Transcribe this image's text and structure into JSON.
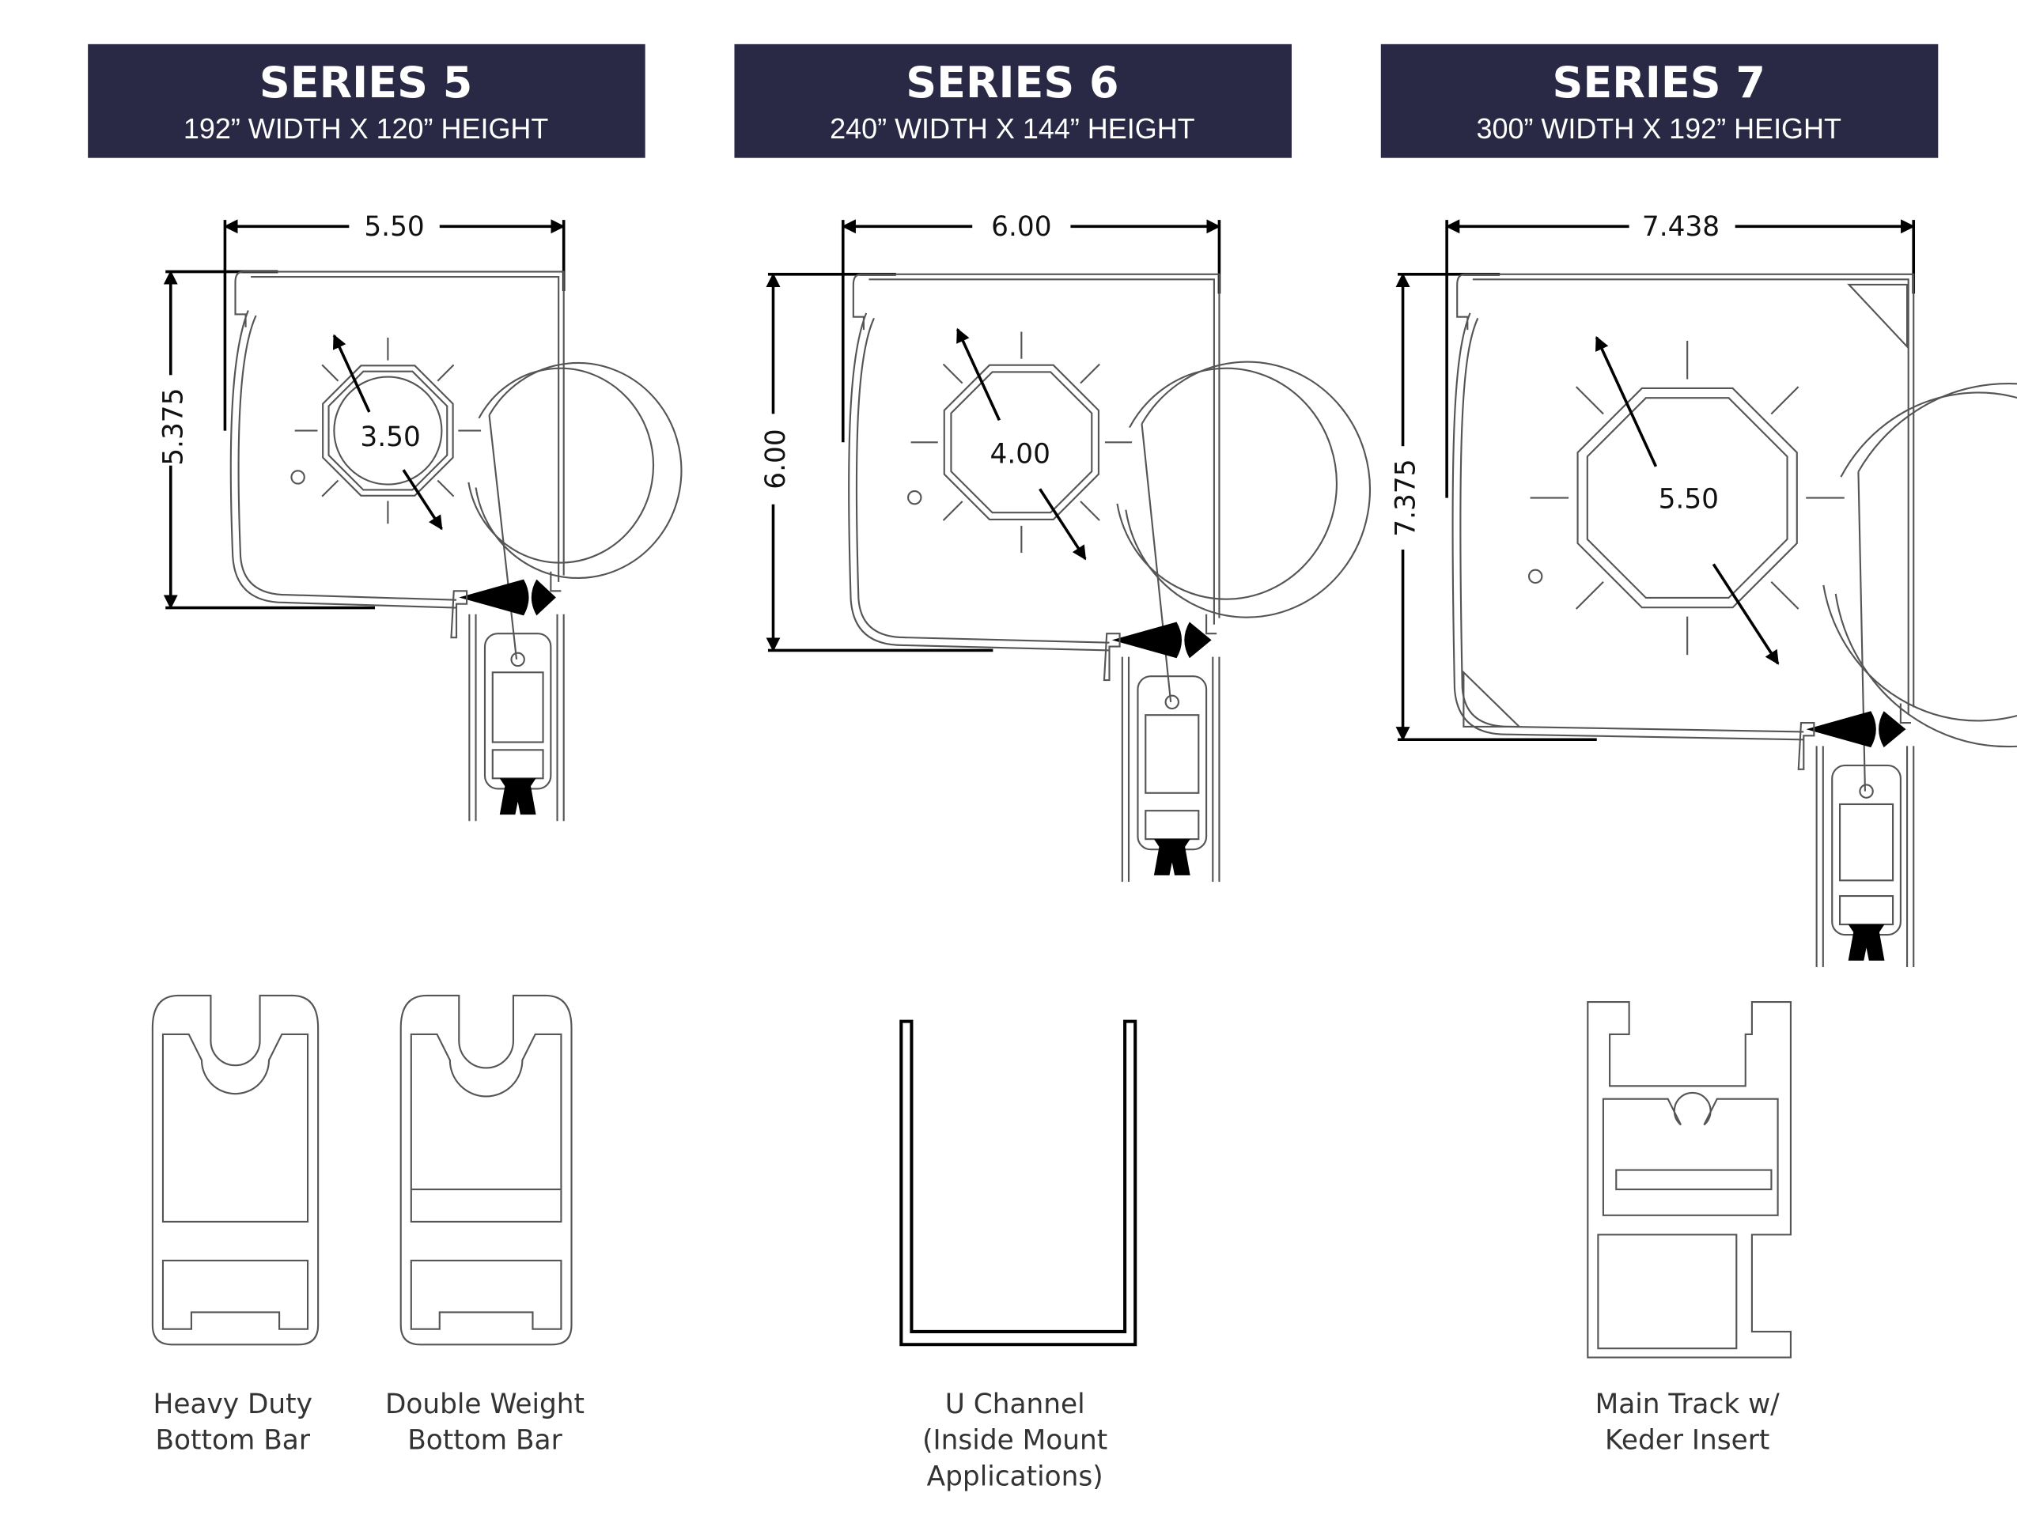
{
  "series": [
    {
      "title": "SERIES 5",
      "subtitle": "192” WIDTH X 120” HEIGHT",
      "width_dim": "5.50",
      "height_dim": "5.375",
      "tube_dim": "3.50"
    },
    {
      "title": "SERIES 6",
      "subtitle": "240” WIDTH X 144” HEIGHT",
      "width_dim": "6.00",
      "height_dim": "6.00",
      "tube_dim": "4.00"
    },
    {
      "title": "SERIES 7",
      "subtitle": "300” WIDTH X 192” HEIGHT",
      "width_dim": "7.438",
      "height_dim": "7.375",
      "tube_dim": "5.50"
    }
  ],
  "components": [
    {
      "line1": "Heavy Duty",
      "line2": "Bottom Bar"
    },
    {
      "line1": "Double Weight",
      "line2": "Bottom Bar"
    },
    {
      "line1": "U Channel",
      "line2": "(Inside Mount",
      "line3": "Applications)"
    },
    {
      "line1": "Main Track w/",
      "line2": "Keder Insert"
    }
  ],
  "colors": {
    "header_bg": "#292945",
    "header_text": "#ffffff",
    "line": "#555555"
  }
}
